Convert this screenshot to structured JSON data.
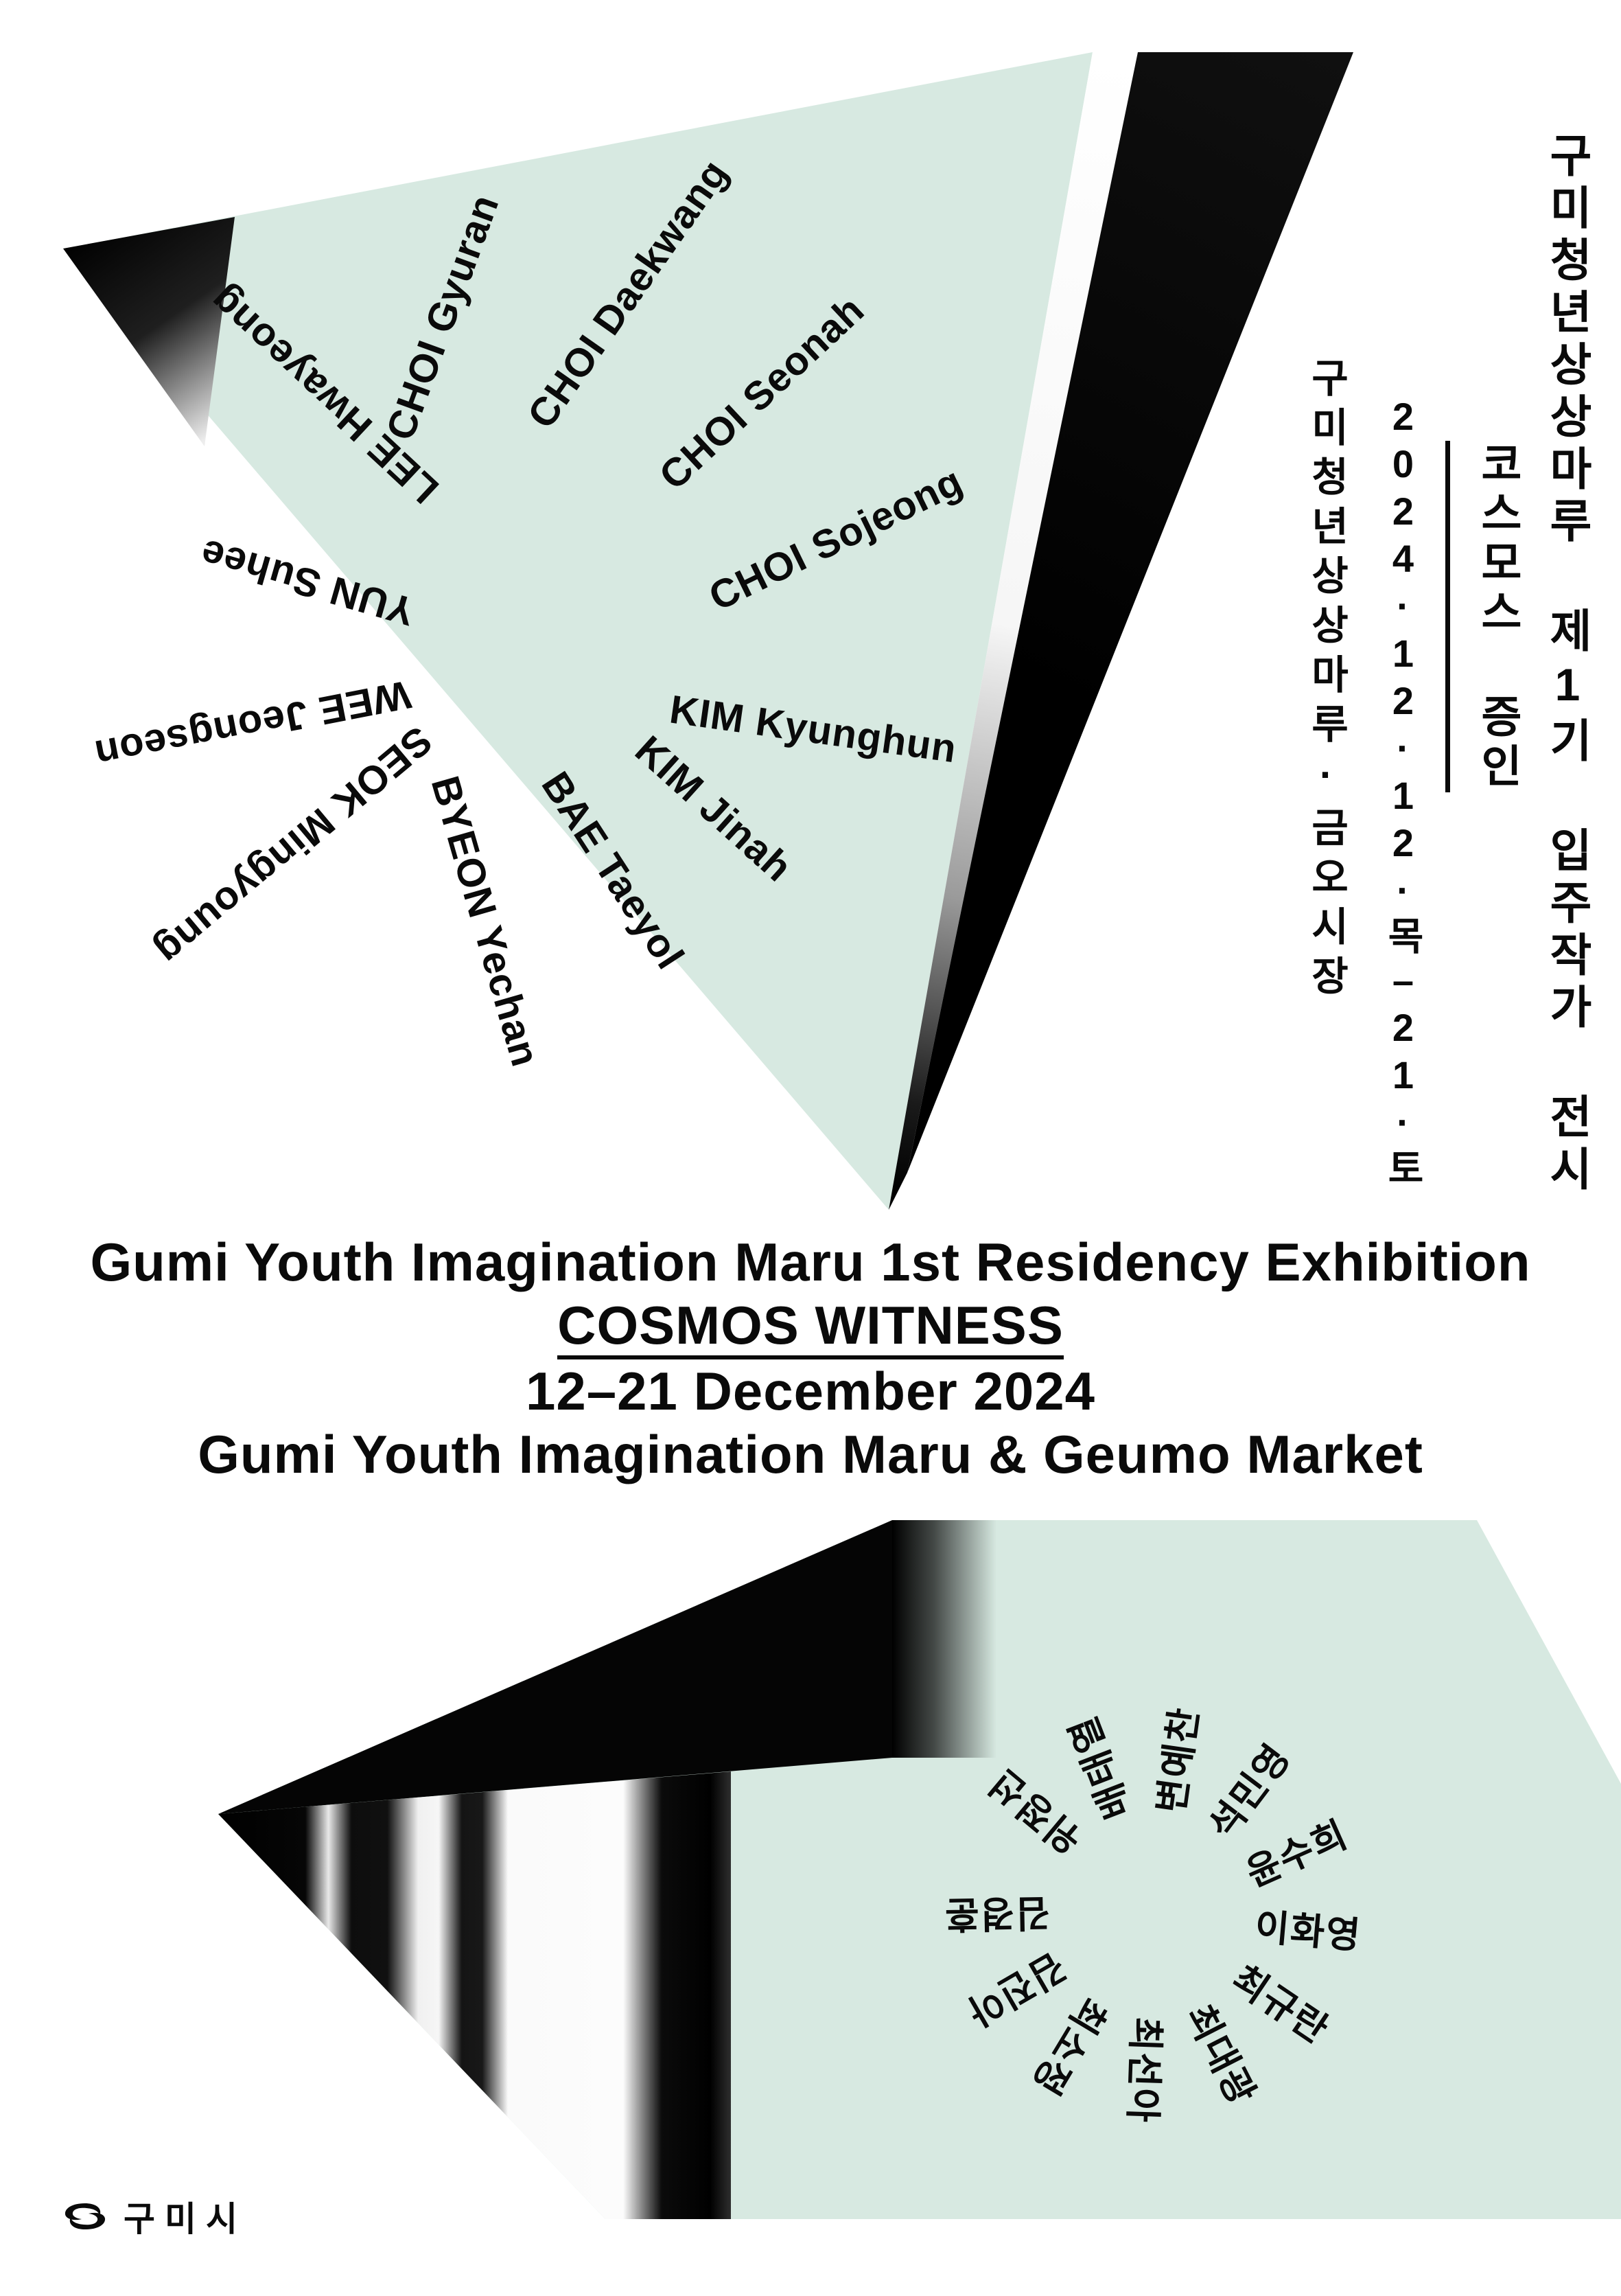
{
  "palette": {
    "mint": "#d7e9e1",
    "ink": "#0a0a0a",
    "background": "#ffffff"
  },
  "top_fan": {
    "artists": [
      {
        "name": "CHOI Gyuran"
      },
      {
        "name": "CHOI Daekwang"
      },
      {
        "name": "CHOI Seonah"
      },
      {
        "name": "CHOI Sojeong"
      },
      {
        "name": "KIM Kyunghun"
      },
      {
        "name": "KIM Jinah"
      },
      {
        "name": "BAE Taeyol"
      },
      {
        "name": "BYEON Yechan"
      },
      {
        "name": "SEOK Mingyoung"
      },
      {
        "name": "WEE Jeongseon"
      },
      {
        "name": "YUN Suhee"
      },
      {
        "name": "LEE Hwayeong"
      }
    ]
  },
  "korean_sidebar": {
    "exhibition_title": "구미청년상상마루 제1기 입주작가 전시",
    "subtitle": "코스모스 증인",
    "dates": "2024·12·12·목–21·토",
    "venue": "구미청년상상마루·금오시장"
  },
  "center_text": {
    "title": "Gumi Youth Imagination Maru 1st Residency Exhibition",
    "subtitle": "COSMOS WITNESS",
    "dates": "12–21 December 2024",
    "venue": "Gumi Youth Imagination Maru & Geumo Market"
  },
  "bottom_ring": {
    "artists": [
      {
        "name": "위정선"
      },
      {
        "name": "배태열"
      },
      {
        "name": "변예찬"
      },
      {
        "name": "석민영"
      },
      {
        "name": "윤수희"
      },
      {
        "name": "이화영"
      },
      {
        "name": "최규란"
      },
      {
        "name": "최대광"
      },
      {
        "name": "최선아"
      },
      {
        "name": "최소정"
      },
      {
        "name": "김진아"
      },
      {
        "name": "김경훈"
      }
    ]
  },
  "logo": {
    "city": "구미시"
  }
}
